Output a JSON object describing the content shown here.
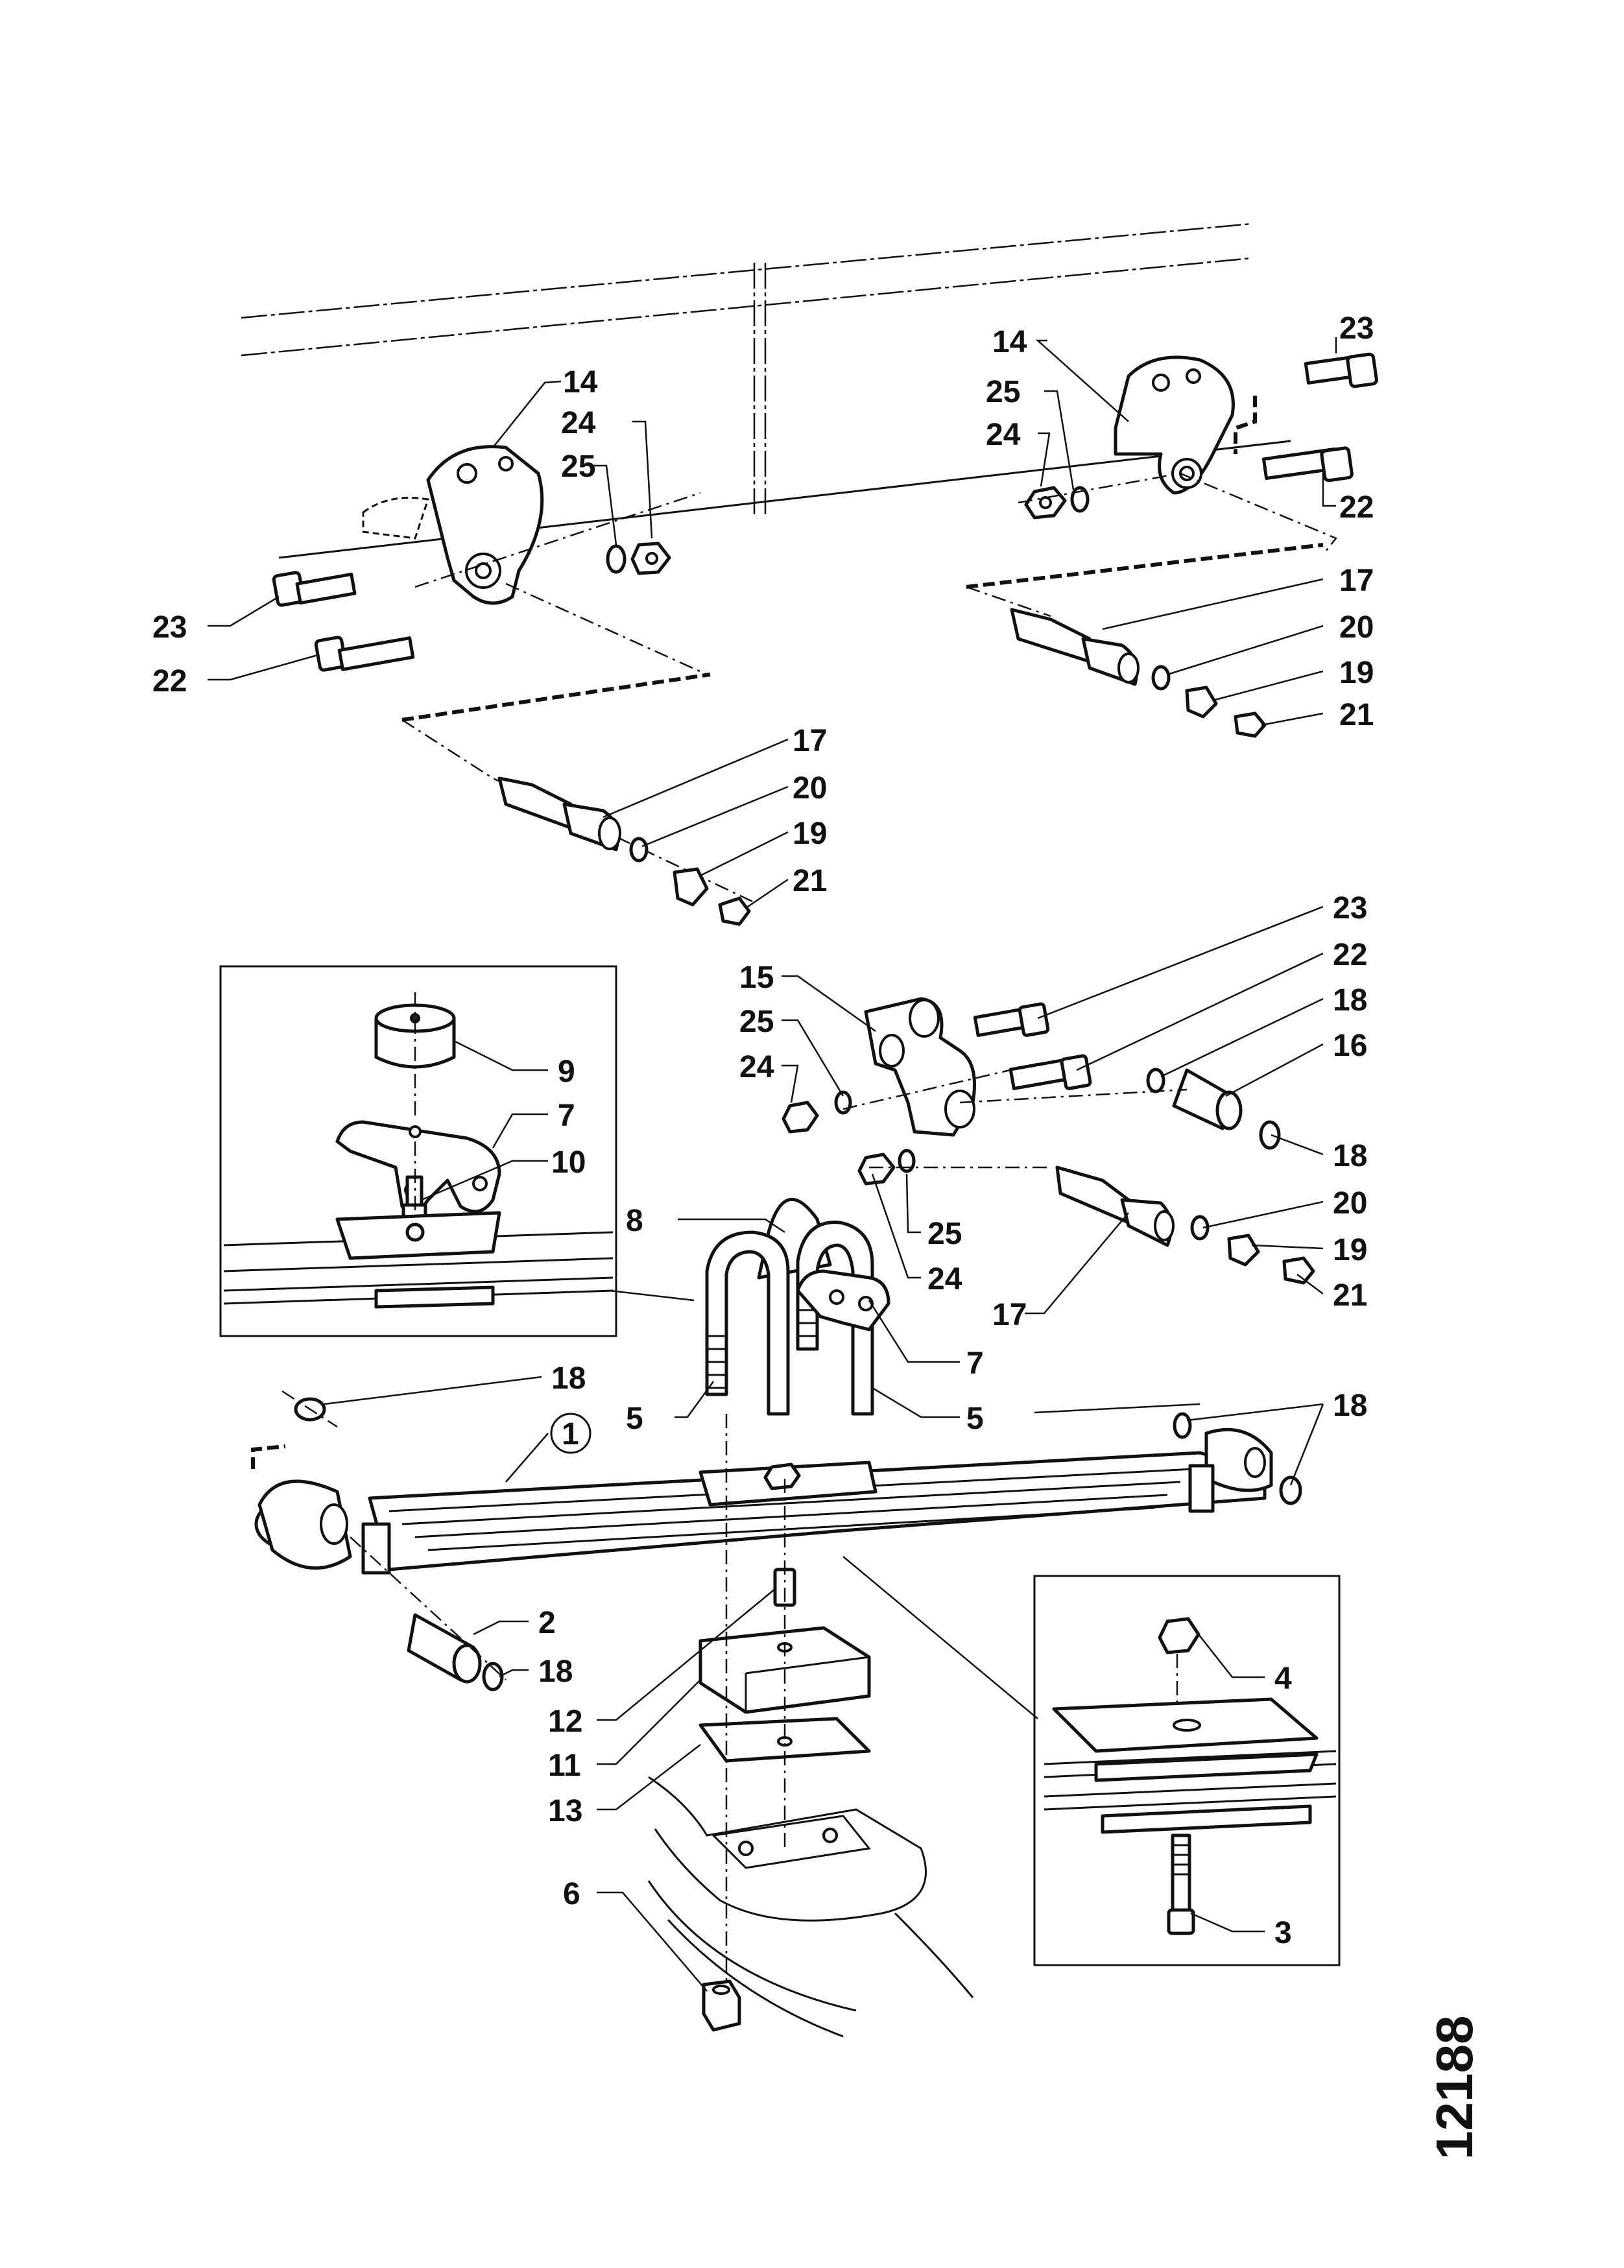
{
  "catalog_number": "12188",
  "callouts": {
    "left_bracket": [
      "14",
      "24",
      "25",
      "23",
      "22"
    ],
    "right_bracket": [
      "14",
      "23",
      "25",
      "24",
      "22"
    ],
    "right_pin": [
      "17",
      "20",
      "19",
      "21"
    ],
    "left_pin": [
      "17",
      "20",
      "19",
      "21"
    ],
    "shackle": [
      "23",
      "22",
      "18",
      "16",
      "18",
      "15",
      "25",
      "24",
      "20",
      "25",
      "19",
      "24",
      "21",
      "17"
    ],
    "inset_left": [
      "9",
      "7",
      "10"
    ],
    "clamp": [
      "8",
      "7",
      "5",
      "5"
    ],
    "spring": [
      "18",
      "1",
      "18",
      "2",
      "18",
      "12",
      "11",
      "13",
      "6"
    ],
    "inset_right": [
      "4",
      "3"
    ]
  }
}
